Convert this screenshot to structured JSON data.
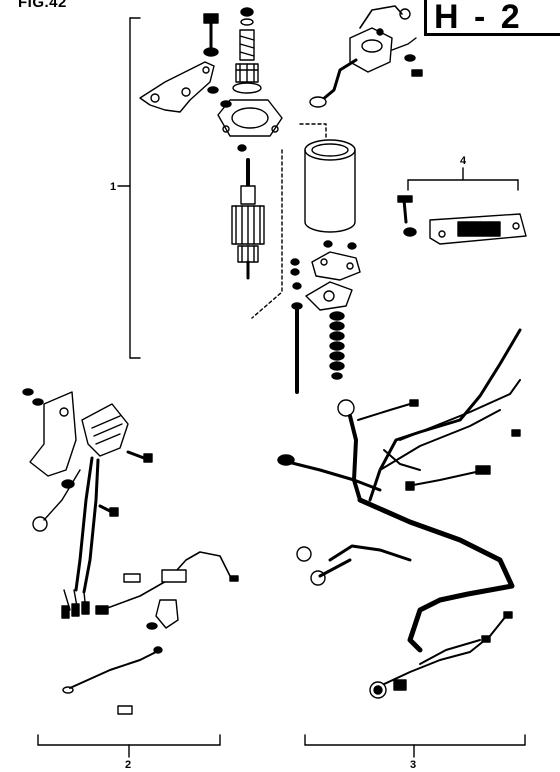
{
  "figure": {
    "label": "FIG.42"
  },
  "section": {
    "code": "H - 2"
  },
  "callouts": [
    {
      "id": "1",
      "text": "1"
    },
    {
      "id": "2",
      "text": "2"
    },
    {
      "id": "3",
      "text": "3"
    },
    {
      "id": "4",
      "text": "4"
    }
  ]
}
